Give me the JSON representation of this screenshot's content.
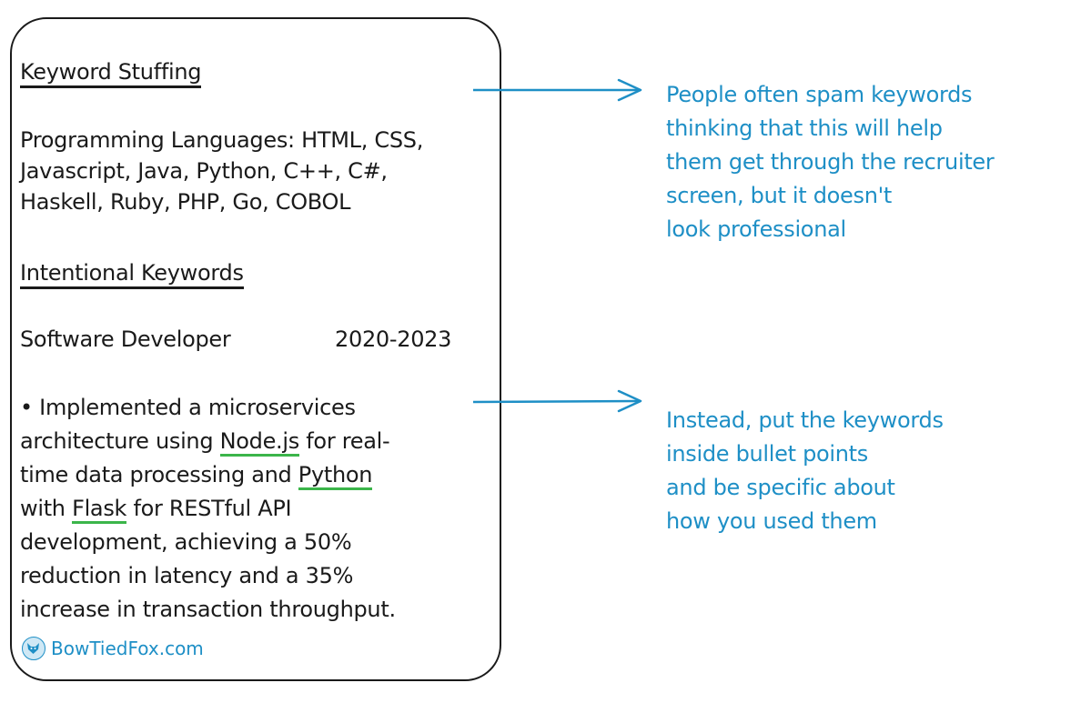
{
  "card": {
    "section1_heading": "Keyword Stuffing",
    "stuffing_lines": [
      "Programming Languages: HTML, CSS,",
      "Javascript, Java, Python, C++, C#,",
      "Haskell, Ruby, PHP, Go, COBOL"
    ],
    "section2_heading": "Intentional Keywords",
    "job_title": "Software Developer",
    "job_years": "2020-2023",
    "bullet": {
      "line1": "• Implemented a microservices",
      "line2_pre": "architecture using ",
      "kw_node": "Node.js",
      "line2_post": " for real-",
      "line3_pre": "time data processing and ",
      "kw_python": "Python",
      "line4_pre": "with ",
      "kw_flask": "Flask",
      "line4_post": " for RESTful API",
      "line5": "development, achieving a 50%",
      "line6": "reduction in latency and a 35%",
      "line7": "increase in transaction throughput."
    },
    "brand": "BowTiedFox.com"
  },
  "notes": {
    "top_lines": [
      "People often spam keywords",
      "thinking that this will help",
      "them get through the recruiter",
      "screen, but it doesn't",
      "look professional"
    ],
    "bottom_lines": [
      "Instead, put the keywords",
      "inside bullet points",
      "and be specific about",
      "how you used them"
    ]
  },
  "colors": {
    "note_text": "#1e8fc6",
    "arrow": "#1e8fc6",
    "keyword_underline": "#3bb54a",
    "ink": "#1a1a1a"
  }
}
